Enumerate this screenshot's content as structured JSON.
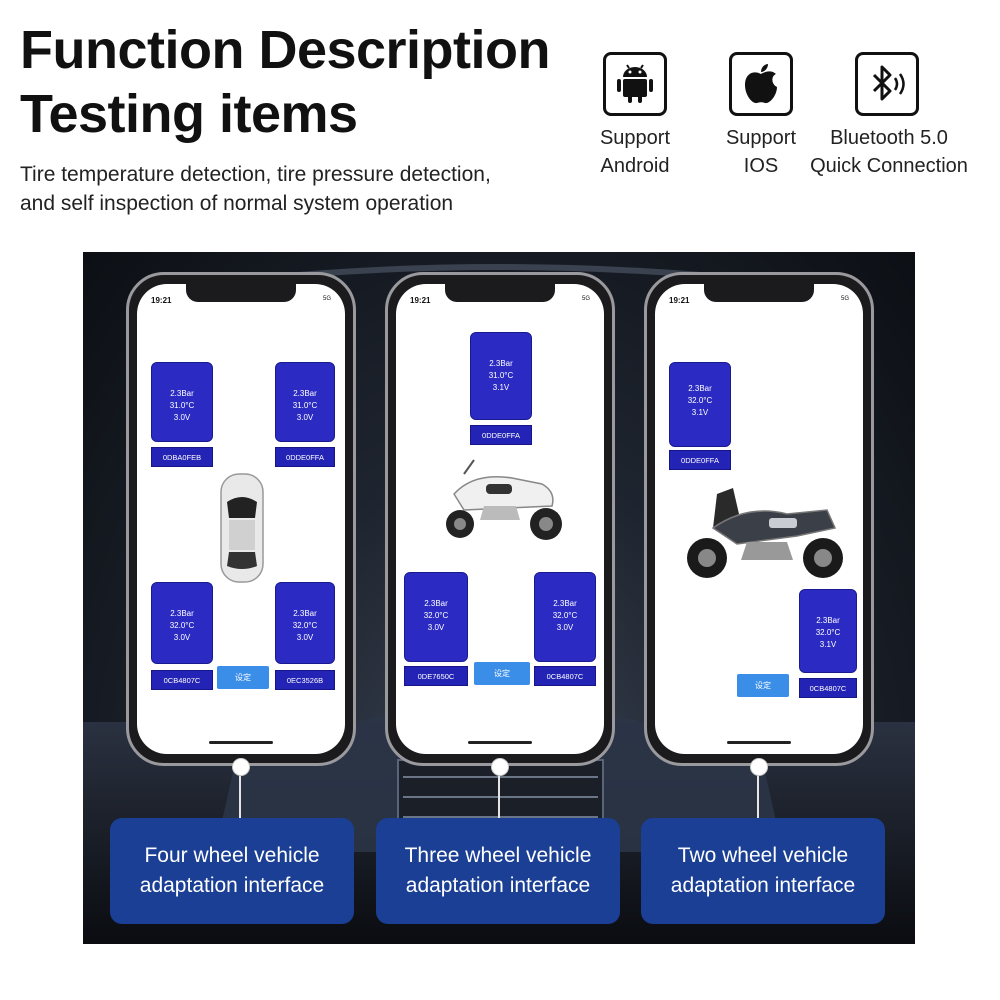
{
  "header": {
    "title_line1": "Function Description",
    "title_line2": "Testing items",
    "desc_line1": "Tire temperature detection, tire pressure detection,",
    "desc_line2": "and self inspection of normal system operation"
  },
  "badges": [
    {
      "icon": "android-icon",
      "line1": "Support",
      "line2": "Android"
    },
    {
      "icon": "apple-icon",
      "line1": "Support",
      "line2": "IOS"
    },
    {
      "icon": "bluetooth-icon",
      "line1": "Bluetooth 5.0",
      "line2": "Quick Connection"
    }
  ],
  "colors": {
    "tile": "#2b2bc4",
    "callout": "#1a3f94",
    "button": "#3b8ee8"
  },
  "phones": {
    "four": {
      "time": "19:21",
      "signal": "5G",
      "tiles": [
        {
          "p": "2.3Bar",
          "t": "31.0°C",
          "v": "3.0V",
          "id": "0DBA0FEB"
        },
        {
          "p": "2.3Bar",
          "t": "31.0°C",
          "v": "3.0V",
          "id": "0DDE0FFA"
        },
        {
          "p": "2.3Bar",
          "t": "32.0°C",
          "v": "3.0V",
          "id": "0CB4807C"
        },
        {
          "p": "2.3Bar",
          "t": "32.0°C",
          "v": "3.0V",
          "id": "0EC3526B"
        }
      ],
      "button": "设定"
    },
    "three": {
      "time": "19:21",
      "signal": "5G",
      "tiles": [
        {
          "p": "2.3Bar",
          "t": "31.0°C",
          "v": "3.1V",
          "id": "0DDE0FFA"
        },
        {
          "p": "2.3Bar",
          "t": "32.0°C",
          "v": "3.0V",
          "id": "0DE7650C"
        },
        {
          "p": "2.3Bar",
          "t": "32.0°C",
          "v": "3.0V",
          "id": "0CB4807C"
        }
      ],
      "button": "设定"
    },
    "two": {
      "time": "19:21",
      "signal": "5G",
      "tiles": [
        {
          "p": "2.3Bar",
          "t": "32.0°C",
          "v": "3.1V",
          "id": "0DDE0FFA"
        },
        {
          "p": "2.3Bar",
          "t": "32.0°C",
          "v": "3.1V",
          "id": "0CB4807C"
        }
      ],
      "button": "设定"
    }
  },
  "callouts": [
    {
      "line1": "Four wheel vehicle",
      "line2": "adaptation interface"
    },
    {
      "line1": "Three wheel vehicle",
      "line2": "adaptation interface"
    },
    {
      "line1": "Two wheel vehicle",
      "line2": "adaptation interface"
    }
  ]
}
